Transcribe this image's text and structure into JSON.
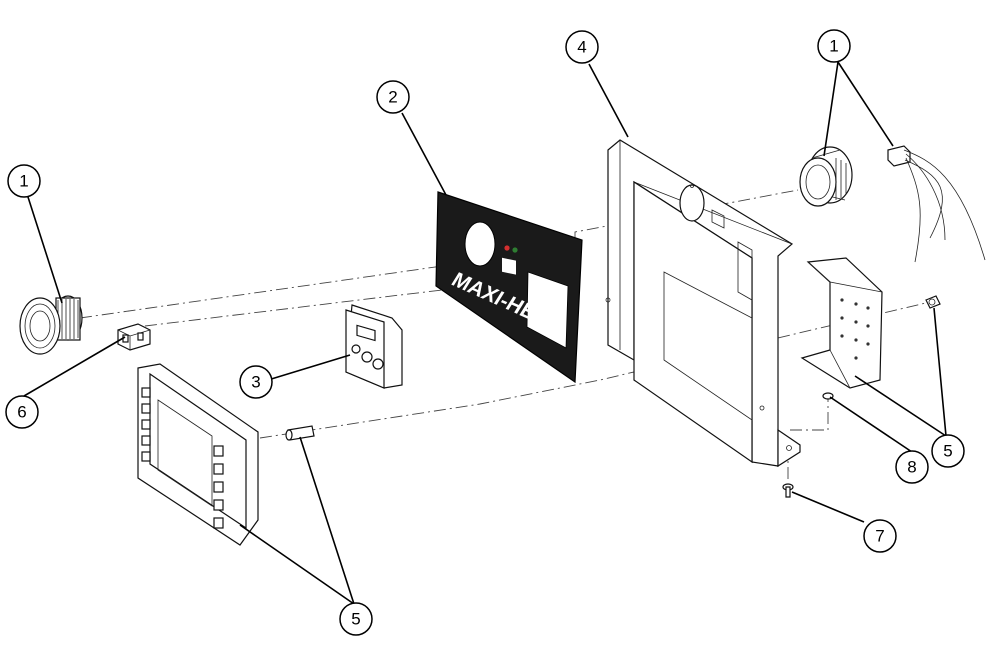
{
  "brand": {
    "panel_text": "MAXI-HEAT"
  },
  "callouts": [
    {
      "id": "callout-1-left",
      "label": "1"
    },
    {
      "id": "callout-1-right",
      "label": "1"
    },
    {
      "id": "callout-2",
      "label": "2"
    },
    {
      "id": "callout-3",
      "label": "3"
    },
    {
      "id": "callout-4",
      "label": "4"
    },
    {
      "id": "callout-5-bottom",
      "label": "5"
    },
    {
      "id": "callout-5-right",
      "label": "5"
    },
    {
      "id": "callout-6",
      "label": "6"
    },
    {
      "id": "callout-7",
      "label": "7"
    },
    {
      "id": "callout-8",
      "label": "8"
    }
  ],
  "colors": {
    "line": "#000000",
    "panel_fill": "#1a1a1a",
    "background": "#ffffff",
    "led_red": "#d32f2f",
    "led_green": "#2e7d32"
  }
}
